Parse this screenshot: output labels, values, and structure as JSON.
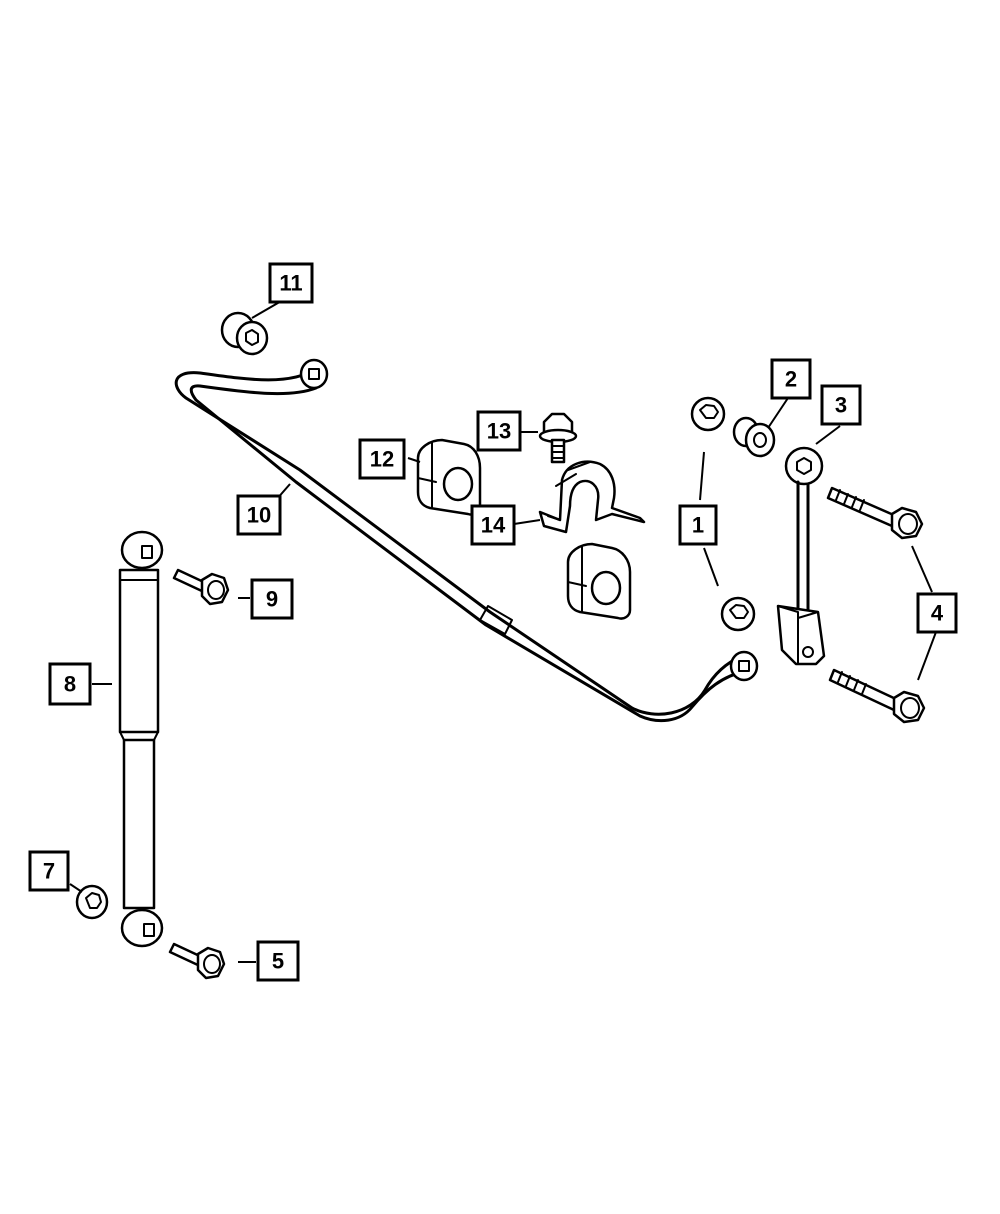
{
  "callouts": [
    {
      "id": "1",
      "label": "1"
    },
    {
      "id": "2",
      "label": "2"
    },
    {
      "id": "3",
      "label": "3"
    },
    {
      "id": "4",
      "label": "4"
    },
    {
      "id": "5",
      "label": "5"
    },
    {
      "id": "7",
      "label": "7"
    },
    {
      "id": "8",
      "label": "8"
    },
    {
      "id": "9",
      "label": "9"
    },
    {
      "id": "10",
      "label": "10"
    },
    {
      "id": "11",
      "label": "11"
    },
    {
      "id": "12",
      "label": "12"
    },
    {
      "id": "13",
      "label": "13"
    },
    {
      "id": "14",
      "label": "14"
    }
  ]
}
